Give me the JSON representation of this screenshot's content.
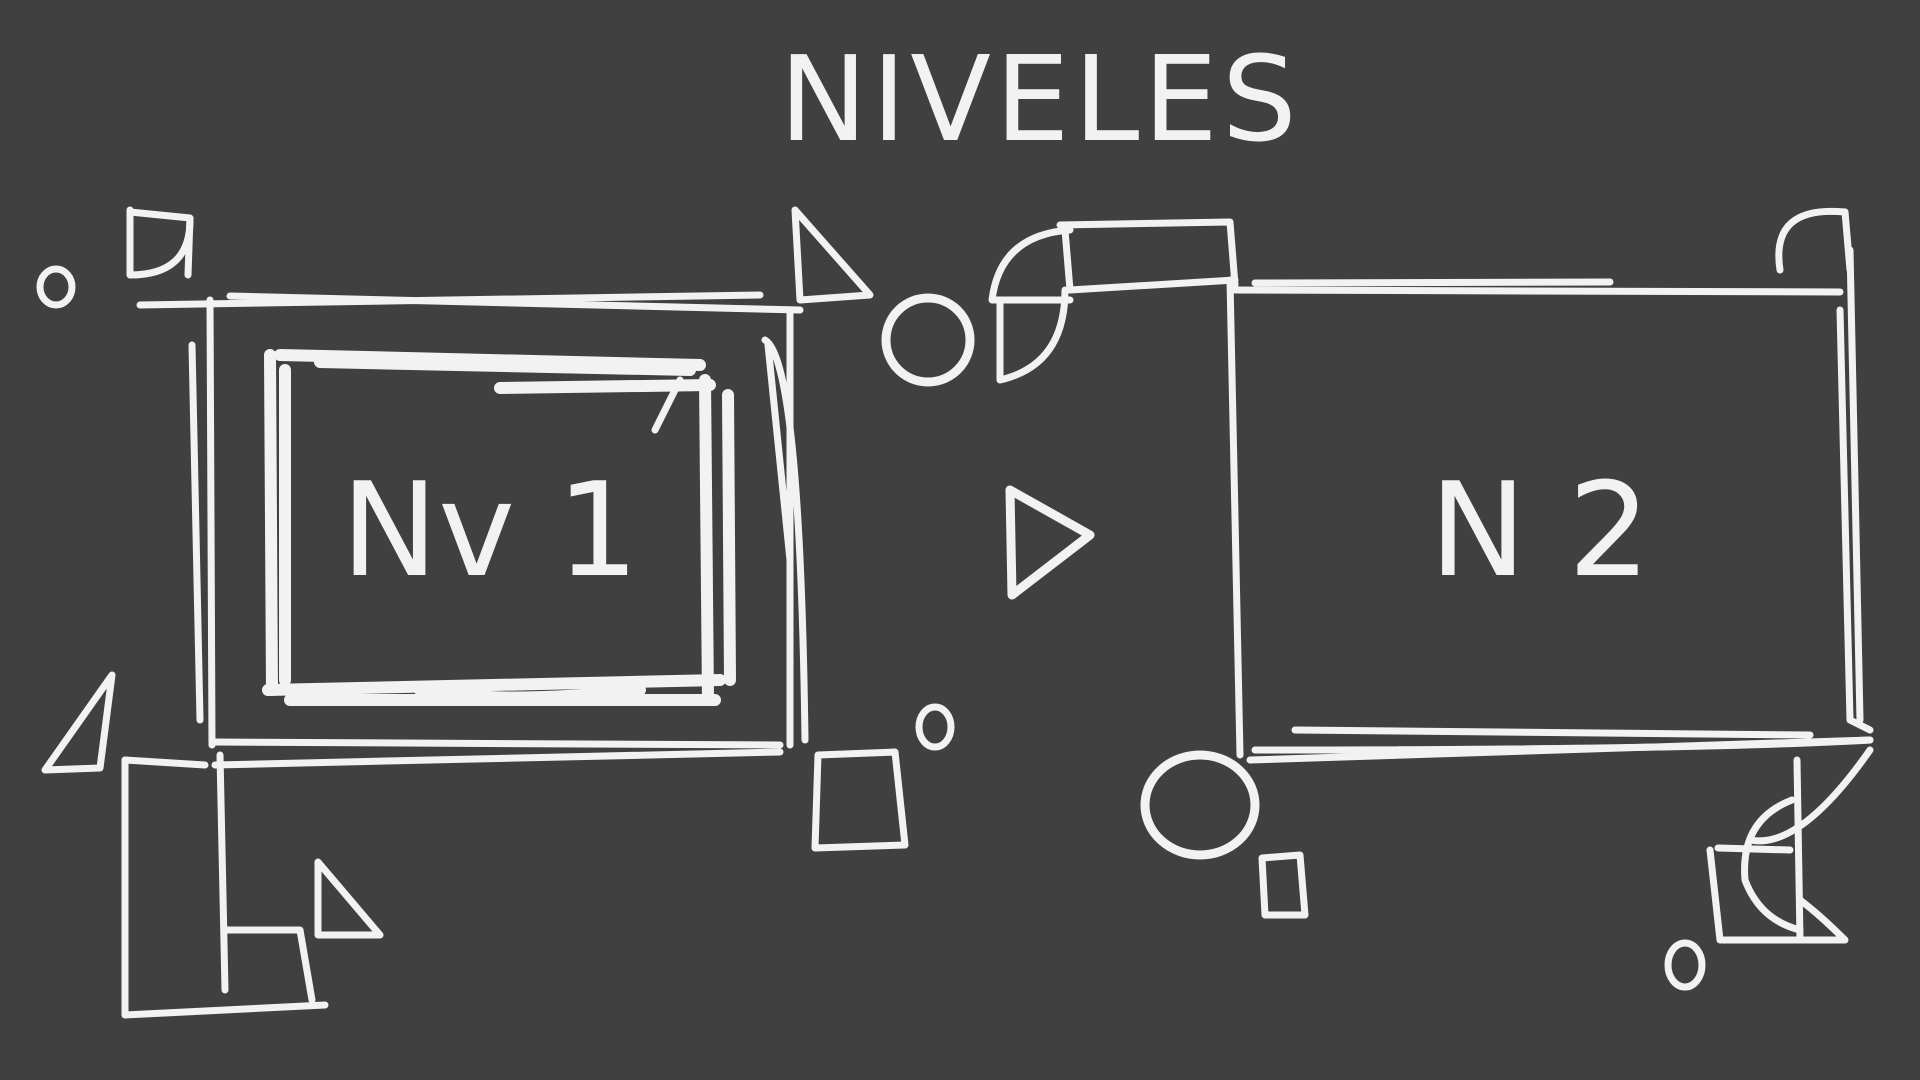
{
  "diagram": {
    "title": "NIVELES",
    "level_1_label": "Nv 1",
    "level_2_label": "N 2"
  },
  "colors": {
    "background": "#404040",
    "ink": "#f2f2f2"
  }
}
